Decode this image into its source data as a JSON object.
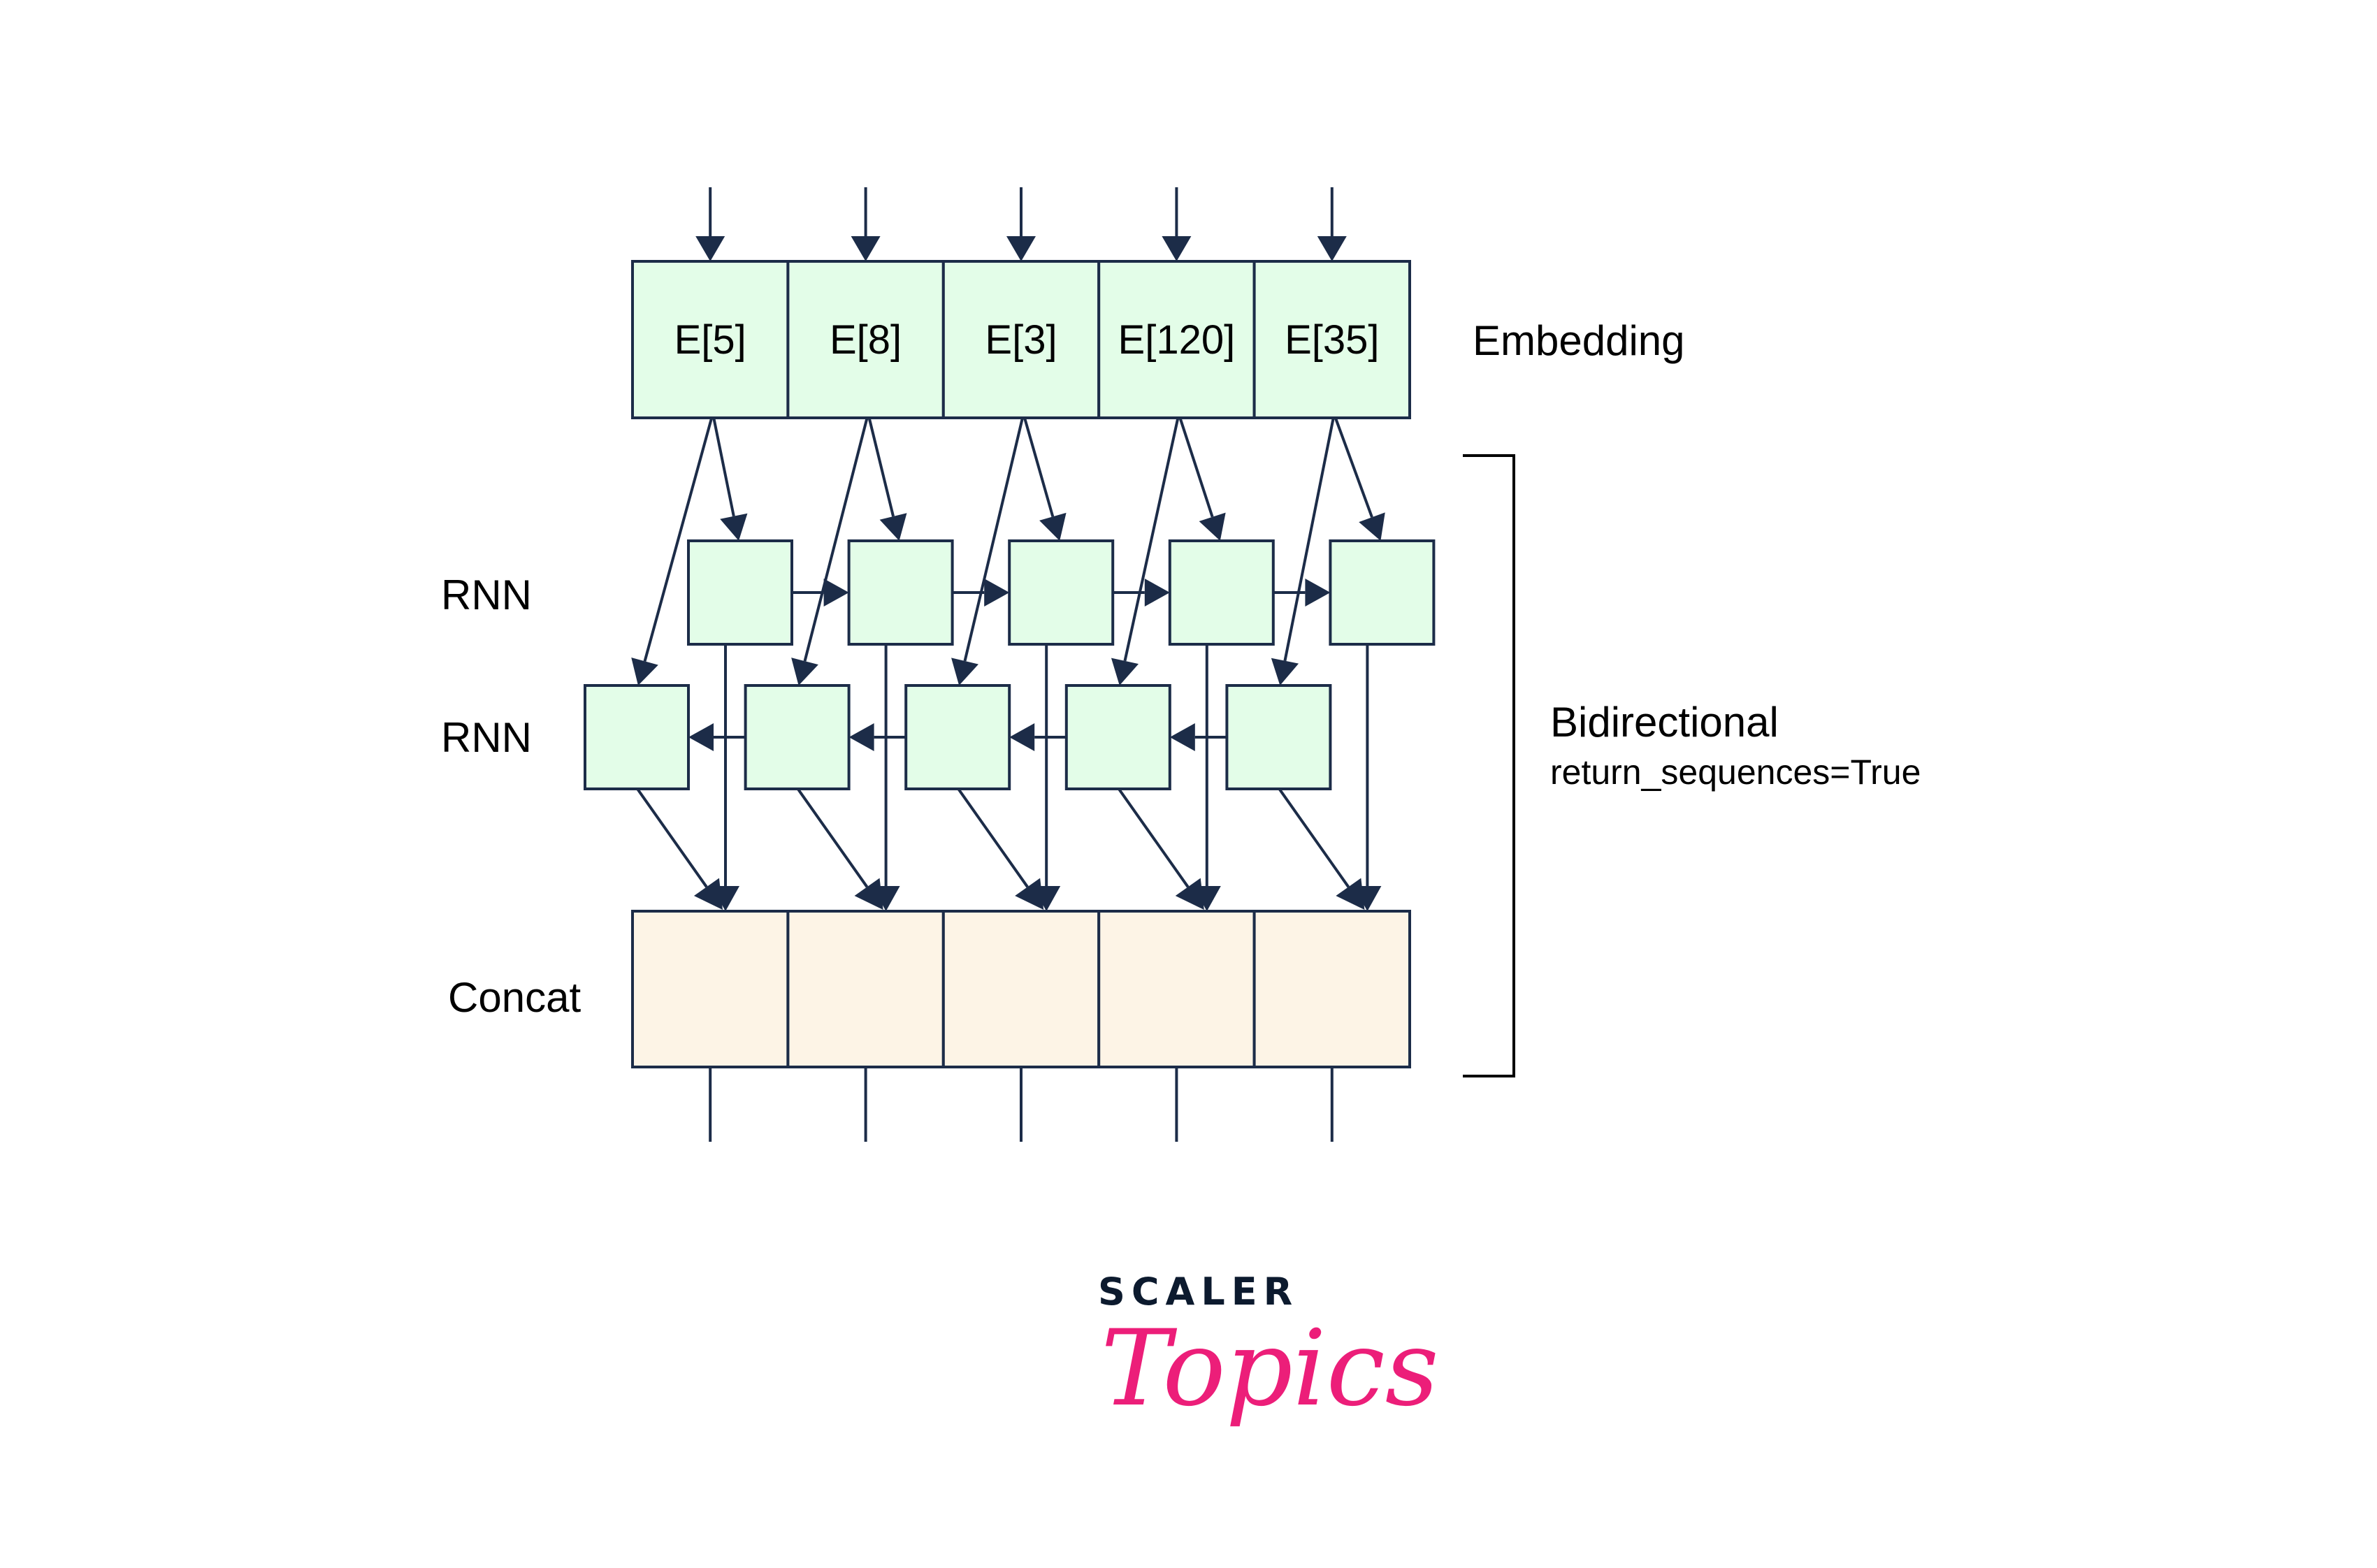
{
  "diagram": {
    "title": "Bidirectional RNN with Embedding and Concat",
    "embedding": {
      "label": "Embedding",
      "cells": [
        "E[5]",
        "E[8]",
        "E[3]",
        "E[120]",
        "E[35]"
      ]
    },
    "forward_rnn": {
      "label": "RNN",
      "count": 5,
      "direction": "left-to-right"
    },
    "backward_rnn": {
      "label": "RNN",
      "count": 5,
      "direction": "right-to-left"
    },
    "concat": {
      "label": "Concat",
      "count": 5
    },
    "bracket": {
      "title": "Bidirectional",
      "subtitle": "return_sequences=True"
    },
    "colors": {
      "stroke": "#1c2c48",
      "rnn_fill": "#e3fde8",
      "embedding_fill": "#e3fde8",
      "concat_fill": "#fdf4e6",
      "bracket": "#000000"
    }
  },
  "logo": {
    "brand": "SCALER",
    "sub": "Topics",
    "brand_color": "#0c1a2e",
    "sub_color": "#ec1e79"
  }
}
